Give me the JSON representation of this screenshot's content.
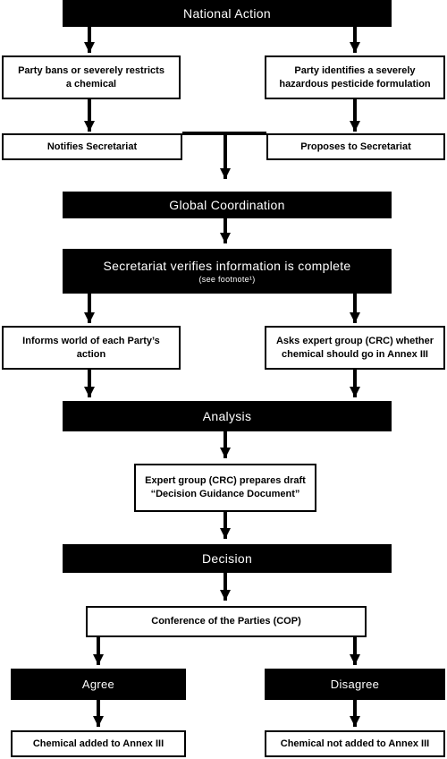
{
  "stages": {
    "national_action": "National Action",
    "global_coordination": "Global Coordination",
    "analysis": "Analysis",
    "decision": "Decision"
  },
  "national": {
    "ban_restrict": [
      "Party bans or severely restricts",
      "a chemical"
    ],
    "hazardous_formulation": [
      "Party identifies a severely",
      "hazardous pesticide formulation"
    ],
    "notifies": "Notifies Secretariat",
    "proposes": "Proposes to Secretariat"
  },
  "global": {
    "verifies": "Secretariat verifies information is complete",
    "verifies_note": "(see footnote¹)",
    "informs": "Informs world of each Party’s action",
    "asks": [
      "Asks expert group (CRC) whether",
      "chemical should go in Annex III"
    ]
  },
  "analysis": {
    "crc_draft": [
      "Expert group (CRC) prepares draft",
      "“Decision Guidance Document”"
    ]
  },
  "decision": {
    "cop": "Conference of the Parties (COP)",
    "agree": "Agree",
    "disagree": "Disagree",
    "added": "Chemical added to Annex III",
    "not_added": "Chemical not added to Annex III"
  }
}
